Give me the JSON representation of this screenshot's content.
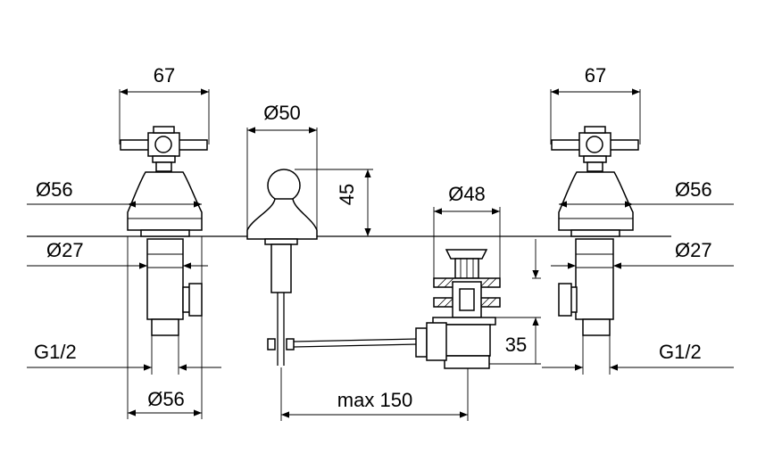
{
  "dimensions": {
    "left_handle_width": "67",
    "right_handle_width": "67",
    "spout_base_diameter": "Ø50",
    "spout_height": "45",
    "waste_diameter": "Ø48",
    "left_base_diameter": "Ø56",
    "right_base_diameter": "Ø56",
    "left_shank_diameter": "Ø27",
    "right_shank_diameter": "Ø27",
    "left_thread": "G1/2",
    "right_thread": "G1/2",
    "bottom_diameter": "Ø56",
    "waste_height": "35",
    "rod_length": "max 150"
  }
}
